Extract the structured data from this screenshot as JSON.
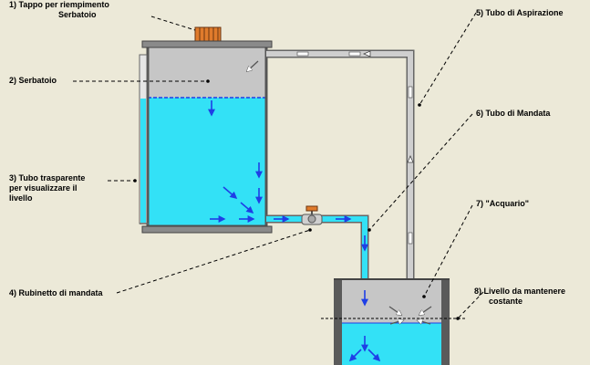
{
  "labels": {
    "l1": [
      "1) Tappo per riempimento",
      "Serbatoio"
    ],
    "l2": "2)  Serbatoio",
    "l3": [
      "3)  Tubo trasparente",
      "per visualizzare il",
      "livello"
    ],
    "l4": "4)  Rubinetto di mandata",
    "l5": "5)  Tubo di Aspirazione",
    "l6": "6)  Tubo di Mandata",
    "l7": "7)   \"Acquario\"",
    "l8": [
      "8)  Livello da mantenere",
      "costante"
    ]
  },
  "colors": {
    "background": "#ece9d8",
    "water": "#33e1f6",
    "air": "#c6c6c6",
    "pipe": "#c0c0c0",
    "arrow_flow": "#1f3fe6",
    "cap": "#e07b2c"
  }
}
